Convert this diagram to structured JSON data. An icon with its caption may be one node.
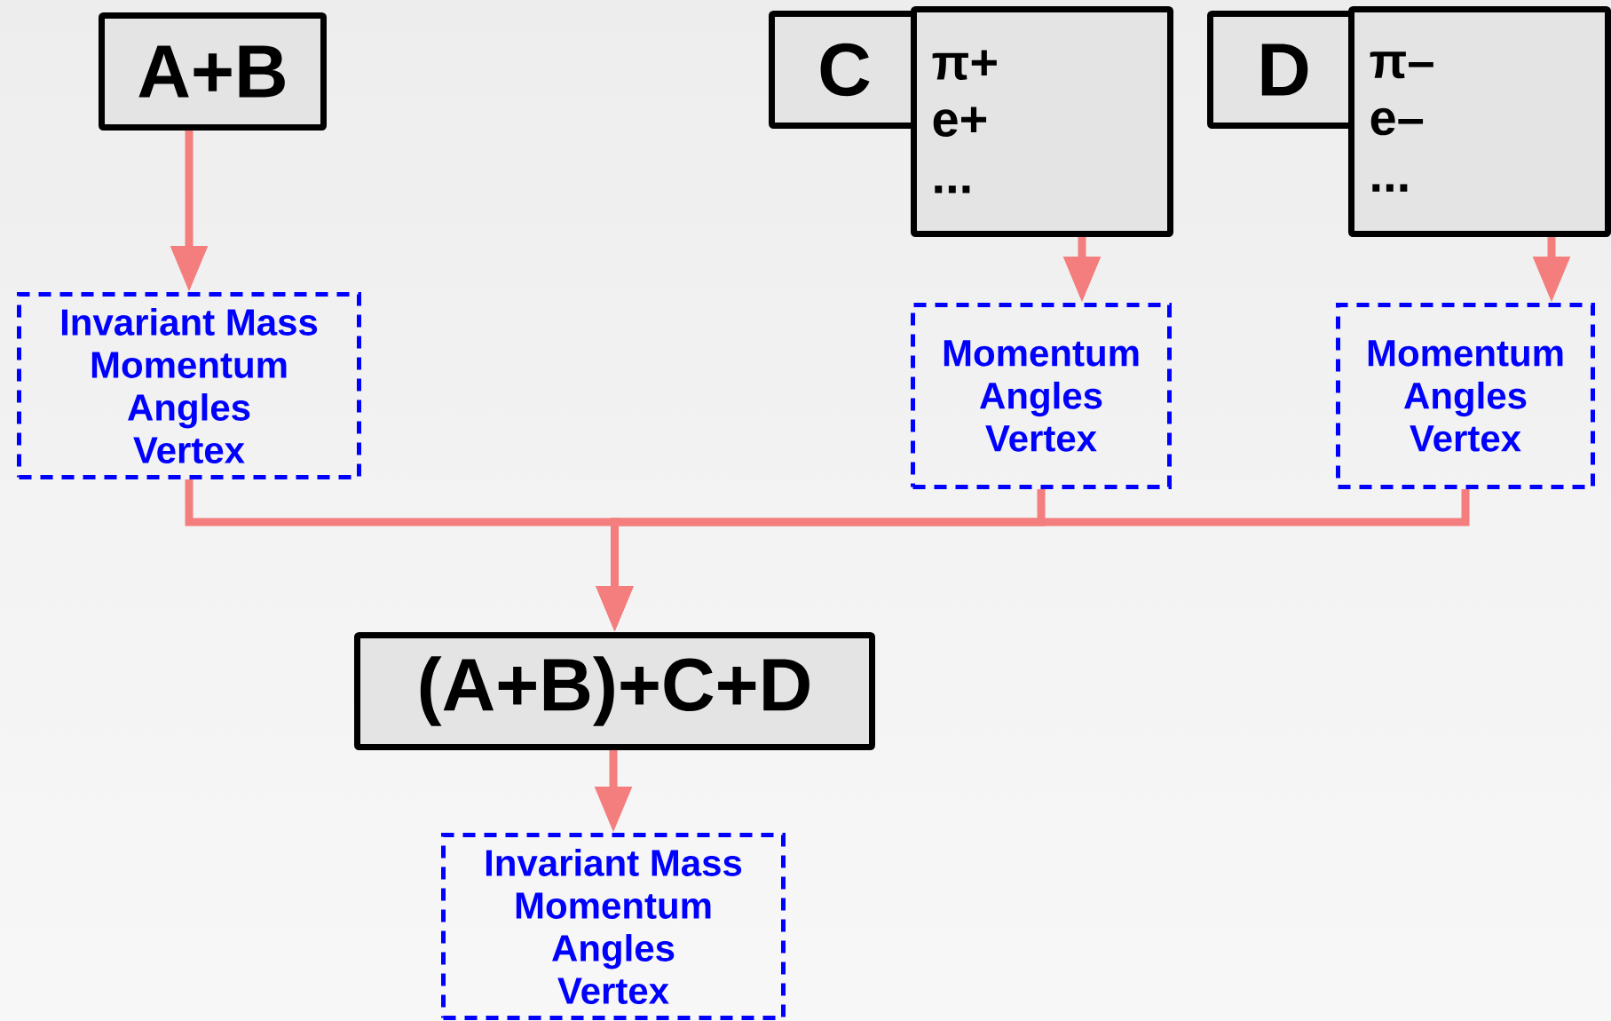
{
  "diagram": {
    "nodes": [
      {
        "text": [
          "A+B"
        ]
      },
      {
        "text": [
          "C"
        ]
      },
      {
        "text": [
          "π+",
          "e+",
          "..."
        ]
      },
      {
        "text": [
          "D"
        ]
      },
      {
        "text": [
          "π–",
          "e–",
          "..."
        ]
      },
      {
        "text": [
          "Invariant Mass",
          "Momentum",
          "Angles",
          "Vertex"
        ]
      },
      {
        "text": [
          "Momentum",
          "Angles",
          "Vertex"
        ]
      },
      {
        "text": [
          "Momentum",
          "Angles",
          "Vertex"
        ]
      },
      {
        "text": [
          "(A+B)+C+D"
        ]
      },
      {
        "text": [
          "Invariant Mass",
          "Momentum",
          "Angles",
          "Vertex"
        ]
      }
    ],
    "edges": [
      {
        "from": 0,
        "to": 5,
        "arrow": "to"
      },
      {
        "from": 2,
        "to": 6,
        "arrow": "to"
      },
      {
        "from": 4,
        "to": 7,
        "arrow": "to"
      },
      {
        "from": 5,
        "to": 8,
        "arrow": "to"
      },
      {
        "from": 6,
        "to": 8,
        "arrow": "to"
      },
      {
        "from": 7,
        "to": 8,
        "arrow": "to"
      },
      {
        "from": 8,
        "to": 9,
        "arrow": "to"
      }
    ]
  }
}
